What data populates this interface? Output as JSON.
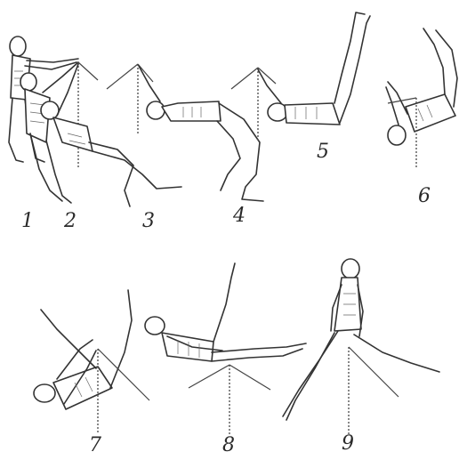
{
  "figure": {
    "labels": [
      "1",
      "2",
      "3",
      "4",
      "5",
      "6",
      "7",
      "8",
      "9"
    ]
  },
  "icons": {
    "figures": [
      "gymnast-hanging-icon",
      "gymnast-supported-icon",
      "gymnast-leaning-icon",
      "gymnast-arched-icon",
      "gymnast-legs-up-icon",
      "gymnast-inverted-icon",
      "gymnast-inverted-split-icon",
      "gymnast-horizontal-icon",
      "gymnast-support-split-icon"
    ]
  }
}
